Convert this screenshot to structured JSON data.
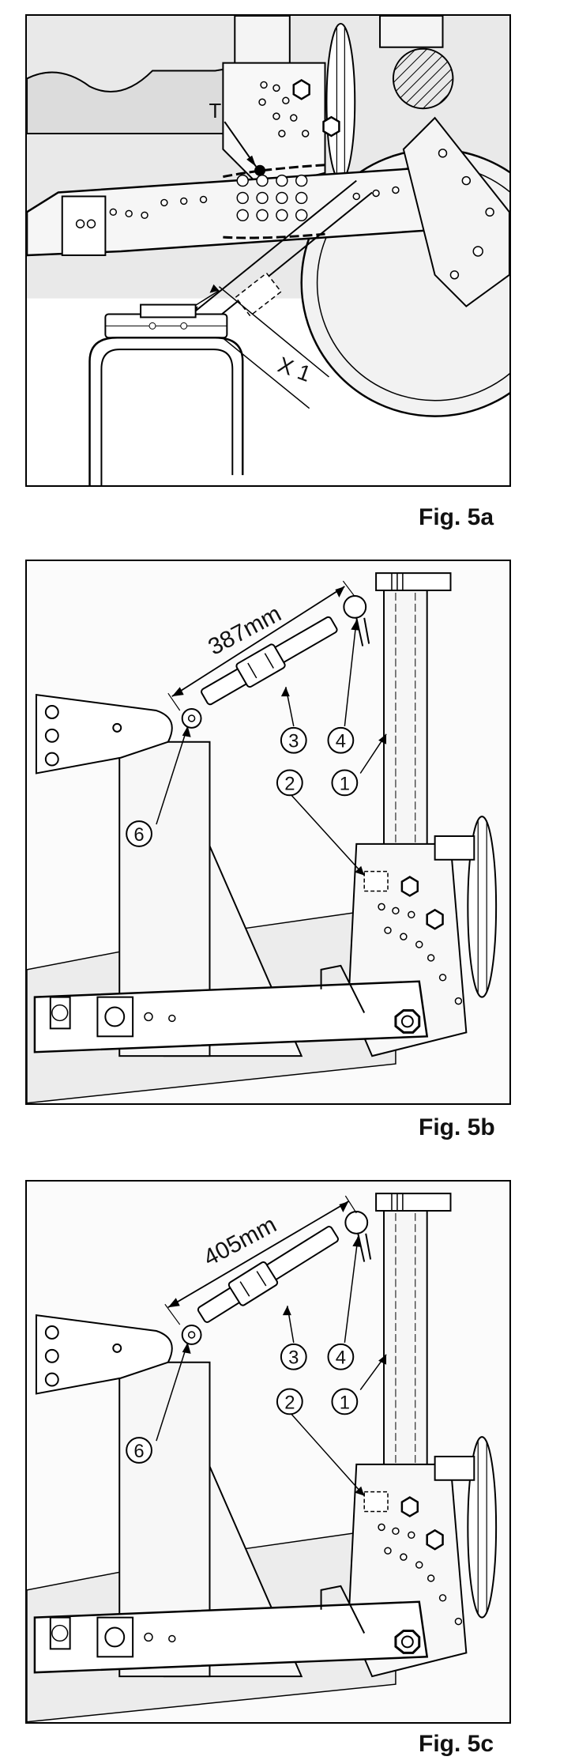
{
  "figures": [
    {
      "caption": "Fig. 5a",
      "labels": {
        "marker_t": "T",
        "dimension_x": "X 1"
      }
    },
    {
      "caption": "Fig. 5b",
      "dimension": "387mm",
      "callouts": [
        "1",
        "2",
        "3",
        "4",
        "6"
      ]
    },
    {
      "caption": "Fig. 5c",
      "dimension": "405mm",
      "callouts": [
        "1",
        "2",
        "3",
        "4",
        "6"
      ]
    }
  ]
}
